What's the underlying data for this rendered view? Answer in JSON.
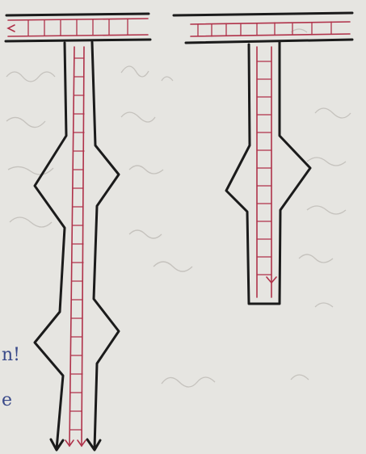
{
  "sheet": {
    "paper_color": "#e6e5e1",
    "ink_color": "#1b1b1b",
    "red_pen_color": "#b0324a"
  },
  "figures": [
    {
      "name": "long-t-shape",
      "bulges": 2,
      "bottom_end": "open-arrow"
    },
    {
      "name": "short-t-shape",
      "bulges": 1,
      "bottom_end": "closed"
    }
  ],
  "edge_marks": [
    "n!",
    "e"
  ]
}
